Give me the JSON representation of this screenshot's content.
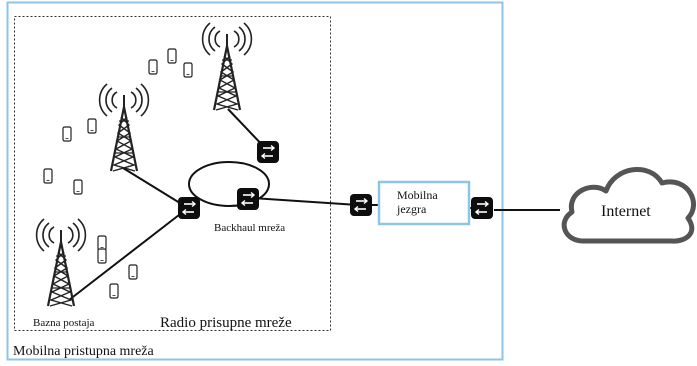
{
  "labels": {
    "outer_region": "Mobilna pristupna mreža",
    "inner_region": "Radio prisupne mreže",
    "backhaul": "Backhaul mreža",
    "base_station": "Bazna postaja",
    "core_line1": "Mobilna",
    "core_line2": "jezgra",
    "internet": "Internet"
  },
  "colors": {
    "outer_border": "#8ec5e6",
    "core_border": "#8ec5e6",
    "inner_border": "#333333",
    "router": "#0d0d0d",
    "line": "#111111",
    "cloud_stroke": "#555555"
  },
  "icons": [
    "cell-tower-icon",
    "mobile-phone-icon",
    "router-icon",
    "cloud-icon"
  ]
}
